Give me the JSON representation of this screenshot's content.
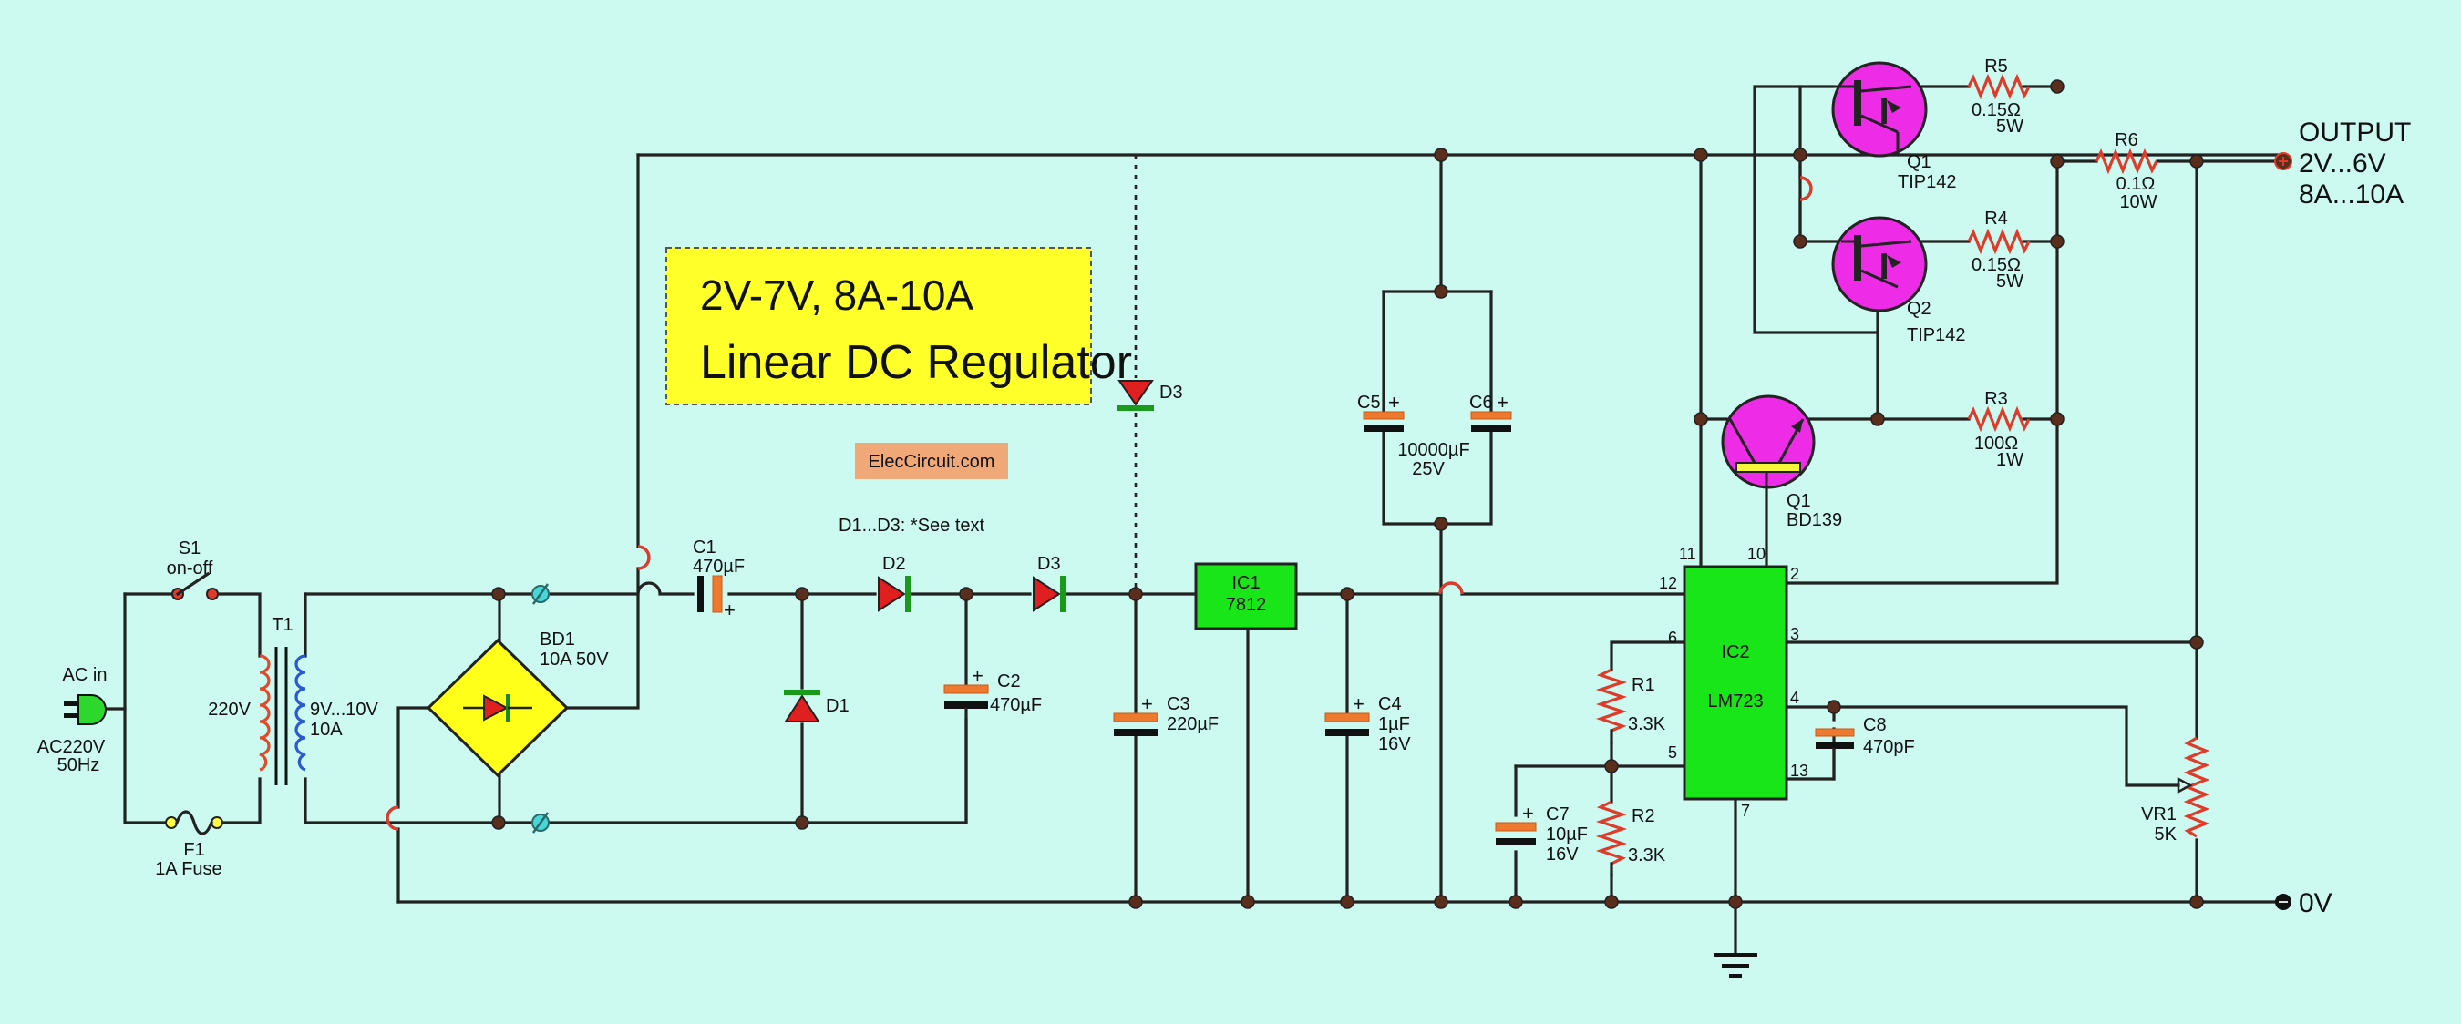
{
  "title": {
    "line1": "2V-7V, 8A-10A",
    "line2": "Linear DC Regulator"
  },
  "watermark": "ElecCircuit.com",
  "note": "D1...D3:  *See text",
  "colors": {
    "background": "#ccfaf0",
    "title_box": "#ffff2a",
    "ic": "#19e619",
    "transistor": "#ee2be6",
    "resistor": "#e03a2a",
    "capacitor_plate": "#ee7a30",
    "bridge": "#ffff1a",
    "watermark_bg": "#f0a878"
  },
  "input": {
    "ac_in": "AC in",
    "ac_rating_1": "AC220V",
    "ac_rating_2": "50Hz",
    "switch_name": "S1",
    "switch_label": "on-off",
    "fuse_name": "F1",
    "fuse_label": "1A Fuse",
    "transformer_name": "T1",
    "primary": "220V",
    "secondary_1": "9V...10V",
    "secondary_2": "10A"
  },
  "components": {
    "bd1_name": "BD1",
    "bd1_value": "10A 50V",
    "c1_name": "C1",
    "c1_value": "470µF",
    "d1": "D1",
    "d2": "D2",
    "d3_series": "D3",
    "d3_top": "D3",
    "c2_name": "C2",
    "c2_value": "470µF",
    "c3_name": "C3",
    "c3_value": "220µF",
    "ic1_name": "IC1",
    "ic1_part": "7812",
    "c4_name": "C4",
    "c4_value_1": "1µF",
    "c4_value_2": "16V",
    "c5_name": "C5",
    "c6_name": "C6",
    "c56_value_1": "10000µF",
    "c56_value_2": "25V",
    "ic2_name": "IC2",
    "ic2_part": "LM723",
    "r1_name": "R1",
    "r1_value": "3.3K",
    "r2_name": "R2",
    "r2_value": "3.3K",
    "c7_name": "C7",
    "c7_value_1": "10µF",
    "c7_value_2": "16V",
    "c8_name": "C8",
    "c8_value": "470pF",
    "q_driver_name": "Q1",
    "q_driver_part": "BD139",
    "q1_name": "Q1",
    "q1_part": "TIP142",
    "q2_name": "Q2",
    "q2_part": "TIP142",
    "r3_name": "R3",
    "r3_value_1": "100Ω",
    "r3_value_2": "1W",
    "r4_name": "R4",
    "r4_value_1": "0.15Ω",
    "r4_value_2": "5W",
    "r5_name": "R5",
    "r5_value_1": "0.15Ω",
    "r5_value_2": "5W",
    "r6_name": "R6",
    "r6_value_1": "0.1Ω",
    "r6_value_2": "10W",
    "vr1_name": "VR1",
    "vr1_value": "5K"
  },
  "ic2_pins": {
    "p11": "11",
    "p10": "10",
    "p2": "2",
    "p12": "12",
    "p3": "3",
    "p6": "6",
    "p4": "4",
    "p5": "5",
    "p13": "13",
    "p7": "7"
  },
  "output": {
    "label": "OUTPUT",
    "voltage": "2V...6V",
    "current": "8A...10A",
    "ground": "0V"
  }
}
